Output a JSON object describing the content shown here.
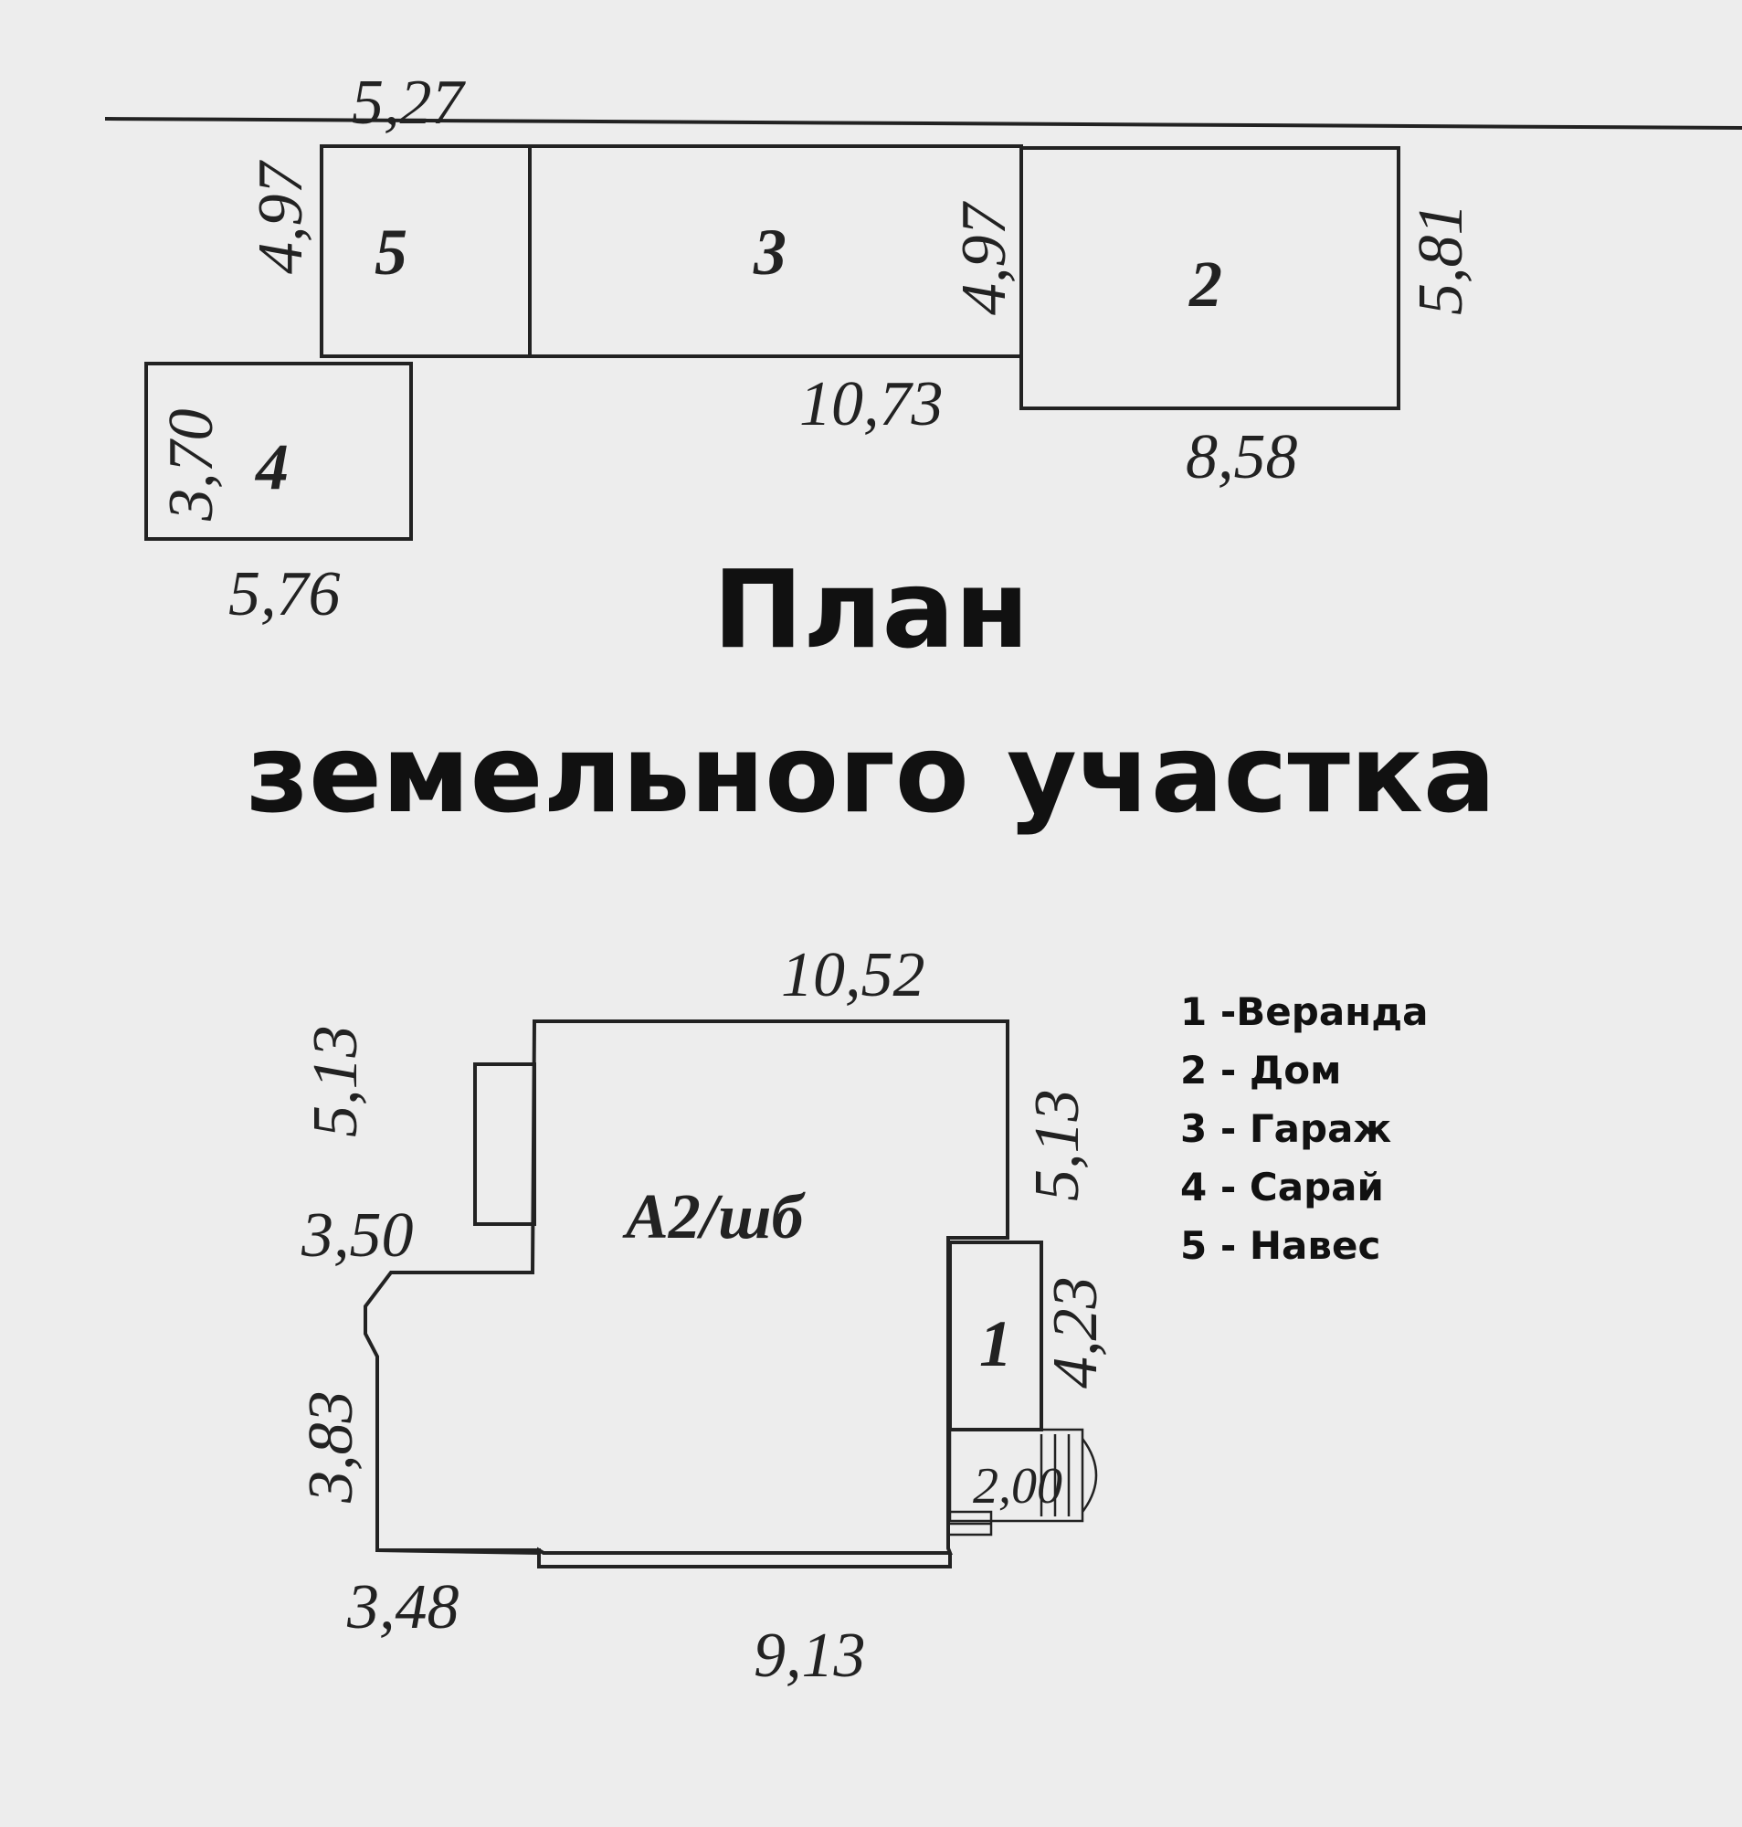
{
  "title_line1": "План",
  "title_line2": "земельного участка",
  "site_plan": {
    "top_boundary_dim": "5,27",
    "rooms": [
      {
        "num": "5"
      },
      {
        "num": "3"
      },
      {
        "num": "2"
      },
      {
        "num": "4"
      }
    ],
    "dims": {
      "left_height_5": "4,97",
      "height_3": "4,97",
      "right_height_2": "5,81",
      "bottom_3": "10,73",
      "bottom_2": "8,58",
      "height_4": "3,70",
      "bottom_4": "5,76"
    }
  },
  "house_plan": {
    "label": "А2/шб",
    "veranda_num": "1",
    "porch_dim": "2,00",
    "dims": {
      "top": "10,52",
      "left_upper": "5,13",
      "right_upper": "5,13",
      "left_step": "3,50",
      "right_veranda": "4,23",
      "left_lower": "3,83",
      "bottom_left": "3,48",
      "bottom": "9,13"
    }
  },
  "legend": [
    "1 -Веранда",
    "2 - Дом",
    "3 - Гараж",
    "4 - Сарай",
    "5 - Навес"
  ]
}
